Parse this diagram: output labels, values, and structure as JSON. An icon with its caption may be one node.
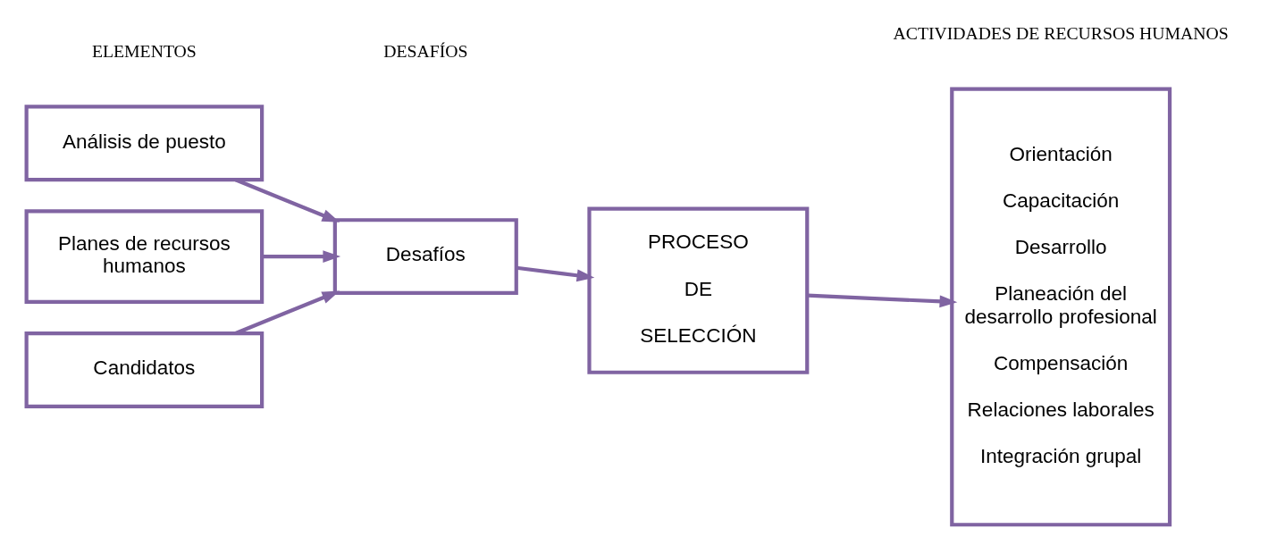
{
  "diagram": {
    "nodes": [
      {
        "text": [
          "Análisis de puesto"
        ]
      },
      {
        "text": [
          "Planes de recursos humanos"
        ]
      },
      {
        "text": [
          "Candidatos"
        ]
      },
      {
        "text": [
          "Desafíos"
        ]
      },
      {
        "text": [
          "PROCESO",
          "DE",
          "SELECCIÓN"
        ]
      },
      {
        "text": [
          "Orientación",
          "Capacitación",
          "Desarrollo",
          "Planeación del desarrollo profesional",
          "Compensación",
          "Relaciones laborales",
          "Integración grupal"
        ]
      }
    ],
    "edges": [
      {
        "from": 0,
        "to": 3,
        "arrow": "to"
      },
      {
        "from": 1,
        "to": 3,
        "arrow": "to"
      },
      {
        "from": 2,
        "to": 3,
        "arrow": "to"
      },
      {
        "from": 3,
        "to": 4,
        "arrow": "to"
      },
      {
        "from": 4,
        "to": 5,
        "arrow": "to"
      }
    ],
    "labels": [
      "ELEMENTOS",
      "DESAFÍOS",
      "ACTIVIDADES DE RECURSOS HUMANOS"
    ]
  }
}
